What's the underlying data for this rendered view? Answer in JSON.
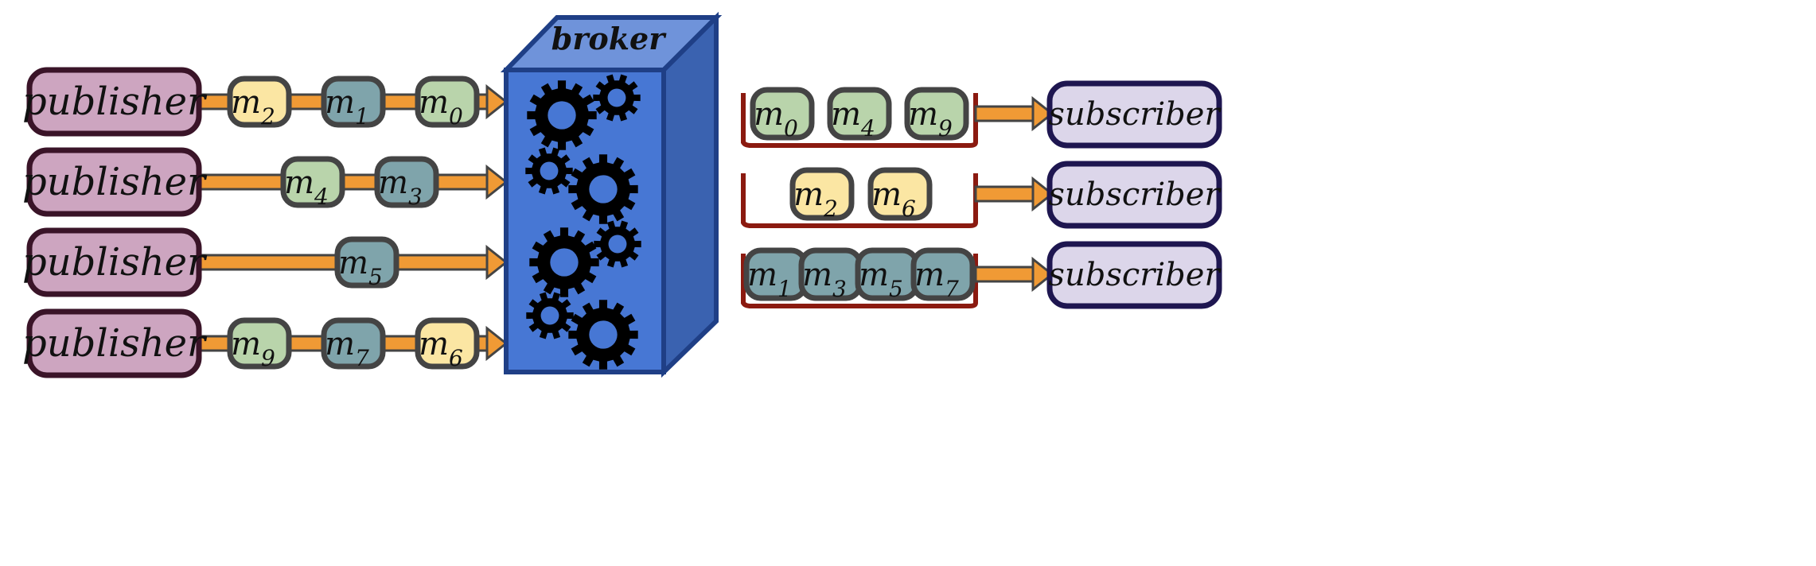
{
  "broker": {
    "label": "broker",
    "colors": {
      "front": "#4777d4",
      "top": "#6f93da",
      "side": "#3a62b0",
      "edge": "#1f3f86"
    }
  },
  "colors": {
    "publisher_fill": "#cda5c0",
    "publisher_edge": "#3a1428",
    "subscriber_fill": "#dcd6ea",
    "subscriber_edge": "#1e1650",
    "arrow": "#f09a35",
    "arrow_edge": "#444444",
    "queue_bracket": "#8b1a10",
    "msg_edge": "#444444",
    "msg_types": {
      "green": "#b9d4ab",
      "yellow": "#fbe6a3",
      "teal": "#7fa4ab"
    },
    "gear": "#000000",
    "gear_hole": "#4777d4"
  },
  "publishers": [
    {
      "label": "publisher",
      "messages": [
        {
          "base": "m",
          "sub": "2",
          "type": "yellow"
        },
        {
          "base": "m",
          "sub": "1",
          "type": "teal"
        },
        {
          "base": "m",
          "sub": "0",
          "type": "green"
        }
      ]
    },
    {
      "label": "publisher",
      "messages": [
        {
          "base": "m",
          "sub": "4",
          "type": "green"
        },
        {
          "base": "m",
          "sub": "3",
          "type": "teal"
        }
      ]
    },
    {
      "label": "publisher",
      "messages": [
        {
          "base": "m",
          "sub": "5",
          "type": "teal"
        }
      ]
    },
    {
      "label": "publisher",
      "messages": [
        {
          "base": "m",
          "sub": "9",
          "type": "green"
        },
        {
          "base": "m",
          "sub": "7",
          "type": "teal"
        },
        {
          "base": "m",
          "sub": "6",
          "type": "yellow"
        }
      ]
    }
  ],
  "subscribers": [
    {
      "label": "subscriber",
      "queue": [
        {
          "base": "m",
          "sub": "0",
          "type": "green"
        },
        {
          "base": "m",
          "sub": "4",
          "type": "green"
        },
        {
          "base": "m",
          "sub": "9",
          "type": "green"
        }
      ]
    },
    {
      "label": "subscriber",
      "queue": [
        {
          "base": "m",
          "sub": "2",
          "type": "yellow"
        },
        {
          "base": "m",
          "sub": "6",
          "type": "yellow"
        }
      ]
    },
    {
      "label": "subscriber",
      "queue": [
        {
          "base": "m",
          "sub": "1",
          "type": "teal"
        },
        {
          "base": "m",
          "sub": "3",
          "type": "teal"
        },
        {
          "base": "m",
          "sub": "5",
          "type": "teal"
        },
        {
          "base": "m",
          "sub": "7",
          "type": "teal"
        }
      ]
    }
  ]
}
